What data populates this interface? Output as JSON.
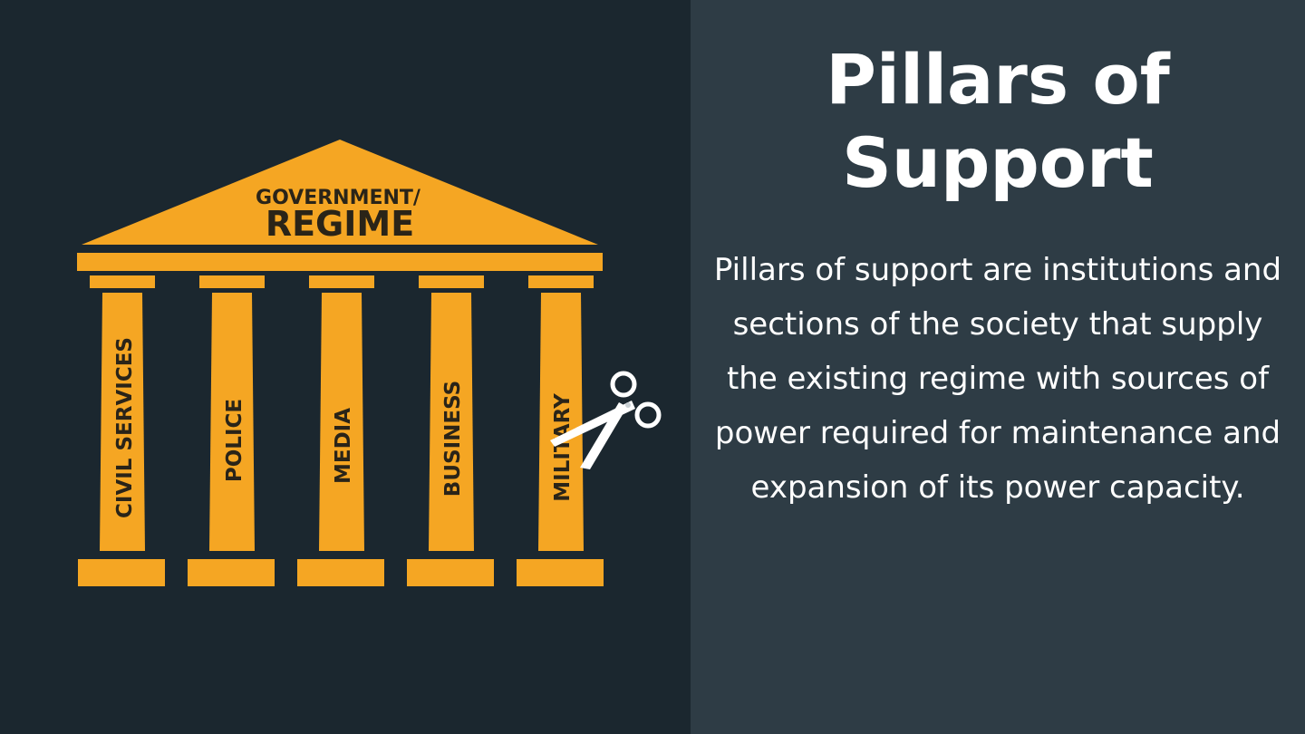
{
  "title": "Pillars of Support",
  "description": "Pillars of support are institutions and sections of the society that supply the existing regime with sources of power required for maintenance and expansion of its power capacity.",
  "diagram": {
    "roof_line1": "GOVERNMENT/",
    "roof_line2": "REGIME",
    "pillars": [
      "CIVIL SERVICES",
      "POLICE",
      "MEDIA",
      "BUSINESS",
      "MILITARY"
    ],
    "icons": [
      "scissors-icon"
    ]
  },
  "colors": {
    "left_background": "#1b272f",
    "right_background": "#2e3c45",
    "pillar": "#f5a623",
    "pillar_text": "#2a2418",
    "title_text": "#ffffff"
  }
}
